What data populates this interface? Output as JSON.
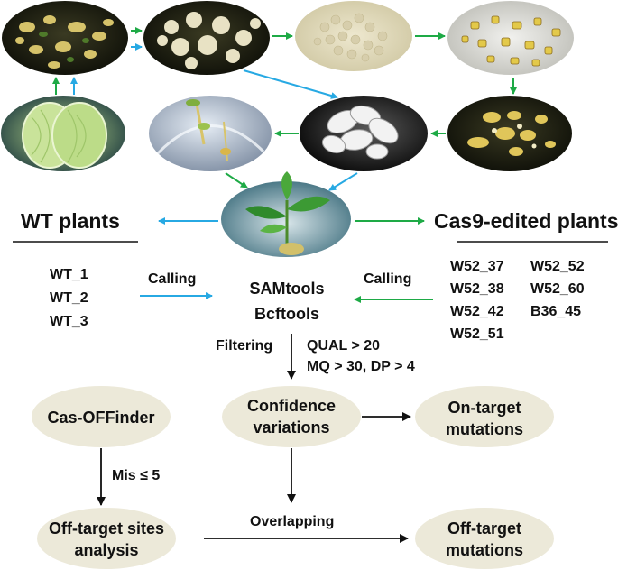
{
  "colors": {
    "green": "#1eaa46",
    "blue": "#27a9e3",
    "node_fill": "#ece9d9",
    "black": "#111111",
    "callus_dark": "#1d1f12",
    "callus_yellow": "#d6c36a",
    "callus_cream": "#e8e2c4",
    "embryo_green": "#7fb24a",
    "glass": "#c9d6e4"
  },
  "photos": [
    {
      "name": "callus-dark-background",
      "icon": "callus-photo"
    },
    {
      "name": "callus-proliferating",
      "icon": "callus-photo"
    },
    {
      "name": "callus-cream-mass",
      "icon": "callus-photo"
    },
    {
      "name": "callus-clumps-grey",
      "icon": "callus-photo"
    },
    {
      "name": "cotyledon-explant",
      "icon": "seed-photo"
    },
    {
      "name": "rooting-shoot-in-tube",
      "icon": "tube-photo"
    },
    {
      "name": "embryo-germination-bw",
      "icon": "embryo-photo"
    },
    {
      "name": "somatic-embryos",
      "icon": "callus-photo"
    },
    {
      "name": "regenerated-seedling",
      "icon": "seedling-photo"
    }
  ],
  "wt": {
    "heading": "WT plants",
    "samples": [
      "WT_1",
      "WT_2",
      "WT_3"
    ],
    "calling_label": "Calling"
  },
  "cas9": {
    "heading": "Cas9-edited plants",
    "samples_col1": [
      "W52_37",
      "W52_38",
      "W52_42",
      "W52_51"
    ],
    "samples_col2": [
      "W52_52",
      "W52_60",
      "B36_45"
    ],
    "calling_label": "Calling"
  },
  "tools": {
    "line1": "SAMtools",
    "line2": "Bcftools"
  },
  "filtering": {
    "label": "Filtering",
    "criteria1": "QUAL > 20",
    "criteria2": "MQ > 30, DP > 4"
  },
  "nodes": {
    "cas_offinder": "Cas-OFFinder",
    "confidence_line1": "Confidence",
    "confidence_line2": "variations",
    "on_target_line1": "On-target",
    "on_target_line2": "mutations",
    "off_sites_line1": "Off-target sites",
    "off_sites_line2": "analysis",
    "off_target_line1": "Off-target",
    "off_target_line2": "mutations"
  },
  "edges": {
    "mismatch": "Mis ≤ 5",
    "overlapping": "Overlapping"
  }
}
